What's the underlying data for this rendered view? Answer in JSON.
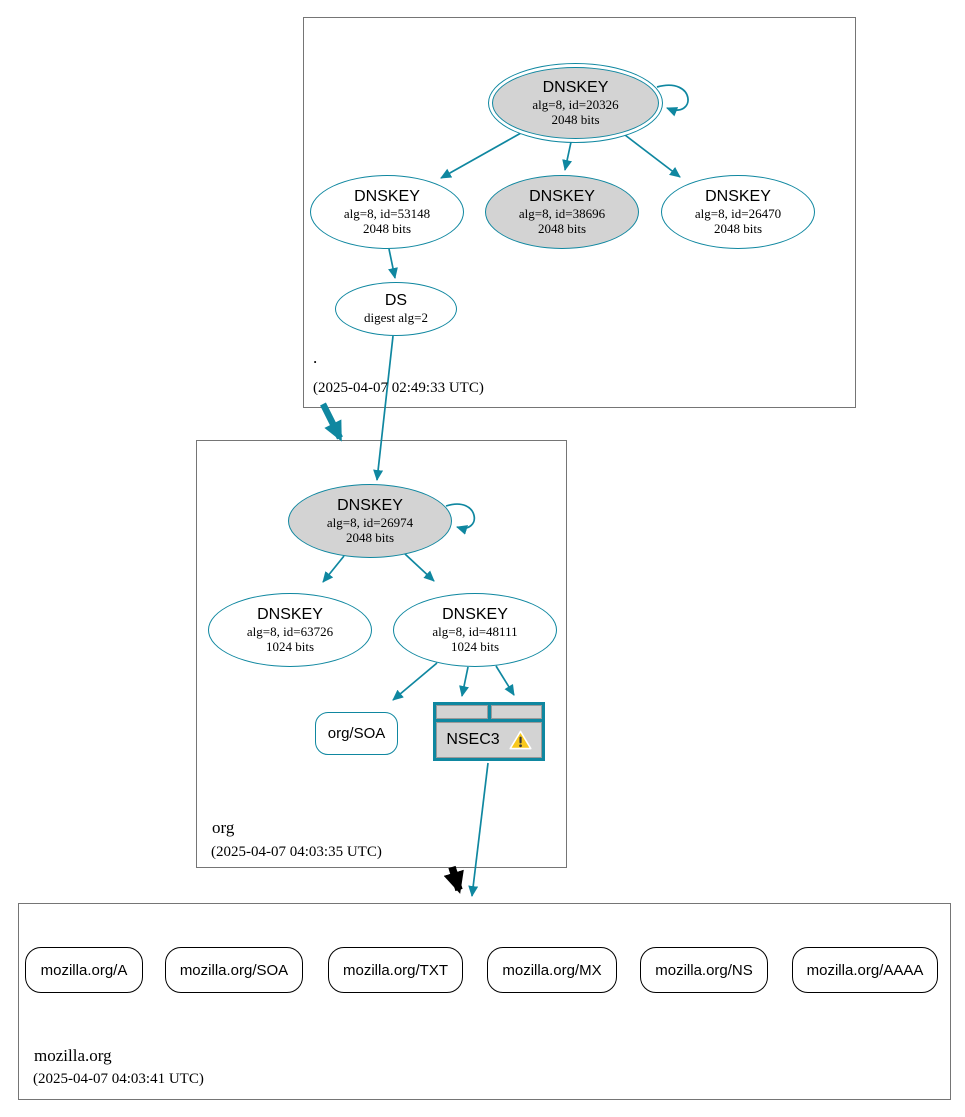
{
  "colors": {
    "secure_teal": "#0f87a0",
    "node_fill_gray": "#d3d3d3",
    "warning_yellow": "#f8c81c",
    "insecure_black": "#000000"
  },
  "root_zone": {
    "label": ".",
    "timestamp": "(2025-04-07 02:49:33 UTC)",
    "ksk": {
      "type": "DNSKEY",
      "alg": "alg=8, id=20326",
      "bits": "2048 bits"
    },
    "zsk_left": {
      "type": "DNSKEY",
      "alg": "alg=8, id=53148",
      "bits": "2048 bits"
    },
    "zsk_mid": {
      "type": "DNSKEY",
      "alg": "alg=8, id=38696",
      "bits": "2048 bits"
    },
    "zsk_right": {
      "type": "DNSKEY",
      "alg": "alg=8, id=26470",
      "bits": "2048 bits"
    },
    "ds": {
      "type": "DS",
      "alg": "digest alg=2"
    }
  },
  "org_zone": {
    "label": "org",
    "timestamp": "(2025-04-07 04:03:35 UTC)",
    "ksk": {
      "type": "DNSKEY",
      "alg": "alg=8, id=26974",
      "bits": "2048 bits"
    },
    "zsk_left": {
      "type": "DNSKEY",
      "alg": "alg=8, id=63726",
      "bits": "1024 bits"
    },
    "zsk_right": {
      "type": "DNSKEY",
      "alg": "alg=8, id=48111",
      "bits": "1024 bits"
    },
    "soa": {
      "label": "org/SOA"
    },
    "nsec3": {
      "label": "NSEC3"
    }
  },
  "mozilla_zone": {
    "label": "mozilla.org",
    "timestamp": "(2025-04-07 04:03:41 UTC)",
    "rrsets": [
      {
        "label": "mozilla.org/A"
      },
      {
        "label": "mozilla.org/SOA"
      },
      {
        "label": "mozilla.org/TXT"
      },
      {
        "label": "mozilla.org/MX"
      },
      {
        "label": "mozilla.org/NS"
      },
      {
        "label": "mozilla.org/AAAA"
      }
    ]
  }
}
